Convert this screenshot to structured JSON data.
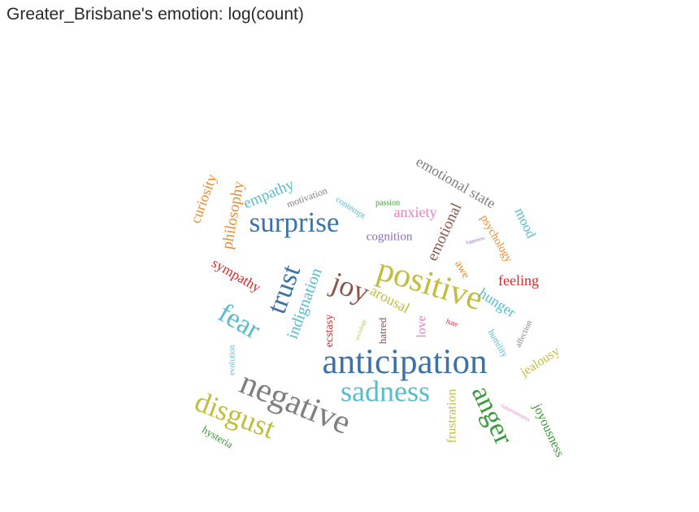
{
  "chart_data": {
    "type": "wordcloud",
    "title": "Greater_Brisbane's emotion: log(count)",
    "words": [
      {
        "text": "anticipation",
        "color": "#3b72a8"
      },
      {
        "text": "positive",
        "color": "#c1be3f"
      },
      {
        "text": "negative",
        "color": "#7f7f7f"
      },
      {
        "text": "sadness",
        "color": "#57bccc"
      },
      {
        "text": "surprise",
        "color": "#3b72a8"
      },
      {
        "text": "disgust",
        "color": "#c1be3f"
      },
      {
        "text": "trust",
        "color": "#3b72a8"
      },
      {
        "text": "joy",
        "color": "#8c564b"
      },
      {
        "text": "fear",
        "color": "#57bccc"
      },
      {
        "text": "anger",
        "color": "#3b9a3b"
      },
      {
        "text": "emotional state",
        "color": "#7f7f7f"
      },
      {
        "text": "indignation",
        "color": "#57bccc"
      },
      {
        "text": "emotional",
        "color": "#8c564b"
      },
      {
        "text": "philosophy",
        "color": "#f08a2a"
      },
      {
        "text": "curiosity",
        "color": "#f08a2a"
      },
      {
        "text": "arousal",
        "color": "#c1be3f"
      },
      {
        "text": "empathy",
        "color": "#57bccc"
      },
      {
        "text": "anxiety",
        "color": "#e17fc0"
      },
      {
        "text": "sympathy",
        "color": "#d62728"
      },
      {
        "text": "feeling",
        "color": "#d62728"
      },
      {
        "text": "hunger",
        "color": "#57bccc"
      },
      {
        "text": "mood",
        "color": "#57bccc"
      },
      {
        "text": "joyousness",
        "color": "#3b9a3b"
      },
      {
        "text": "jealousy",
        "color": "#c1be3f"
      },
      {
        "text": "frustration",
        "color": "#c1be3f"
      },
      {
        "text": "cognition",
        "color": "#8d6bbd"
      },
      {
        "text": "psychology",
        "color": "#f08a2a"
      },
      {
        "text": "love",
        "color": "#e17fc0"
      },
      {
        "text": "ecstasy",
        "color": "#d62728"
      },
      {
        "text": "hatred",
        "color": "#8c564b"
      },
      {
        "text": "awe",
        "color": "#f08a2a"
      },
      {
        "text": "hysteria",
        "color": "#3b9a3b"
      },
      {
        "text": "humility",
        "color": "#57bccc"
      },
      {
        "text": "motivation",
        "color": "#7f7f7f"
      },
      {
        "text": "contempt",
        "color": "#57bccc"
      },
      {
        "text": "affection",
        "color": "#7f7f7f"
      },
      {
        "text": "evolution",
        "color": "#57bccc"
      },
      {
        "text": "passion",
        "color": "#3b9a3b"
      },
      {
        "text": "hate",
        "color": "#d62728"
      },
      {
        "text": "sociology",
        "color": "#c1be3f"
      },
      {
        "text": "consciousness",
        "color": "#e17fc0"
      },
      {
        "text": "happiness",
        "color": "#8d6bbd"
      }
    ]
  }
}
